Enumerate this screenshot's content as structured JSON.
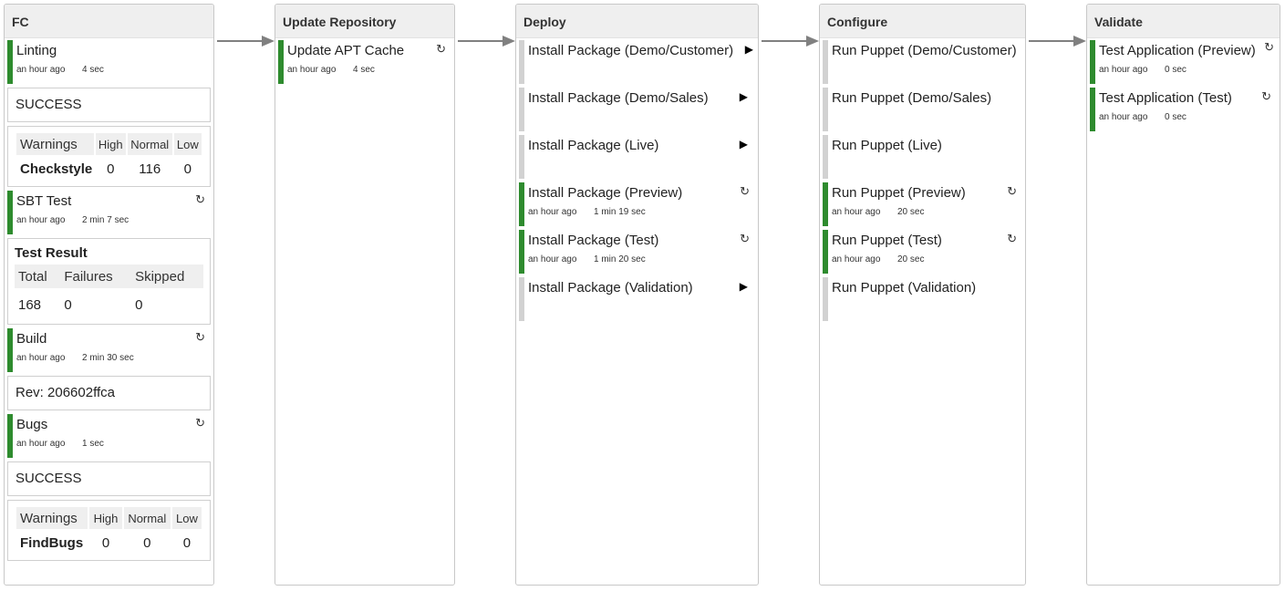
{
  "stages": {
    "fc": {
      "title": "FC",
      "linting": {
        "name": "Linting",
        "when": "an hour ago",
        "duration": "4 sec",
        "status": "SUCCESS",
        "warnings": {
          "label": "Warnings",
          "high": "High",
          "normal": "Normal",
          "low": "Low",
          "tool": "Checkstyle",
          "high_val": "0",
          "normal_val": "116",
          "low_val": "0"
        }
      },
      "sbt": {
        "name": "SBT Test",
        "when": "an hour ago",
        "duration": "2 min 7 sec",
        "test_result": {
          "title": "Test Result",
          "total": "Total",
          "failures": "Failures",
          "skipped": "Skipped",
          "total_val": "168",
          "failures_val": "0",
          "skipped_val": "0"
        }
      },
      "build": {
        "name": "Build",
        "when": "an hour ago",
        "duration": "2 min 30 sec",
        "rev": "Rev: 206602ffca"
      },
      "bugs": {
        "name": "Bugs",
        "when": "an hour ago",
        "duration": "1 sec",
        "status": "SUCCESS",
        "warnings": {
          "label": "Warnings",
          "high": "High",
          "normal": "Normal",
          "low": "Low",
          "tool": "FindBugs",
          "high_val": "0",
          "normal_val": "0",
          "low_val": "0"
        }
      }
    },
    "update_repository": {
      "title": "Update Repository",
      "jobs": [
        {
          "name": "Update APT Cache",
          "when": "an hour ago",
          "duration": "4 sec"
        }
      ]
    },
    "deploy": {
      "title": "Deploy",
      "jobs": [
        {
          "name": "Install Package (Demo/Customer)"
        },
        {
          "name": "Install Package (Demo/Sales)"
        },
        {
          "name": "Install Package (Live)"
        },
        {
          "name": "Install Package (Preview)",
          "when": "an hour ago",
          "duration": "1 min 19 sec"
        },
        {
          "name": "Install Package (Test)",
          "when": "an hour ago",
          "duration": "1 min 20 sec"
        },
        {
          "name": "Install Package (Validation)"
        }
      ]
    },
    "configure": {
      "title": "Configure",
      "jobs": [
        {
          "name": "Run Puppet (Demo/Customer)"
        },
        {
          "name": "Run Puppet (Demo/Sales)"
        },
        {
          "name": "Run Puppet (Live)"
        },
        {
          "name": "Run Puppet (Preview)",
          "when": "an hour ago",
          "duration": "20 sec"
        },
        {
          "name": "Run Puppet (Test)",
          "when": "an hour ago",
          "duration": "20 sec"
        },
        {
          "name": "Run Puppet (Validation)"
        }
      ]
    },
    "validate": {
      "title": "Validate",
      "jobs": [
        {
          "name": "Test Application (Preview)",
          "when": "an hour ago",
          "duration": "0 sec"
        },
        {
          "name": "Test Application (Test)",
          "when": "an hour ago",
          "duration": "0 sec"
        }
      ]
    }
  },
  "icons": {
    "rerun": "refresh-icon",
    "trigger": "play-icon"
  },
  "colors": {
    "success": "#2e8b2e",
    "not_run": "#d2d2d2",
    "header_bg": "#efefef",
    "arrow": "#808080"
  }
}
